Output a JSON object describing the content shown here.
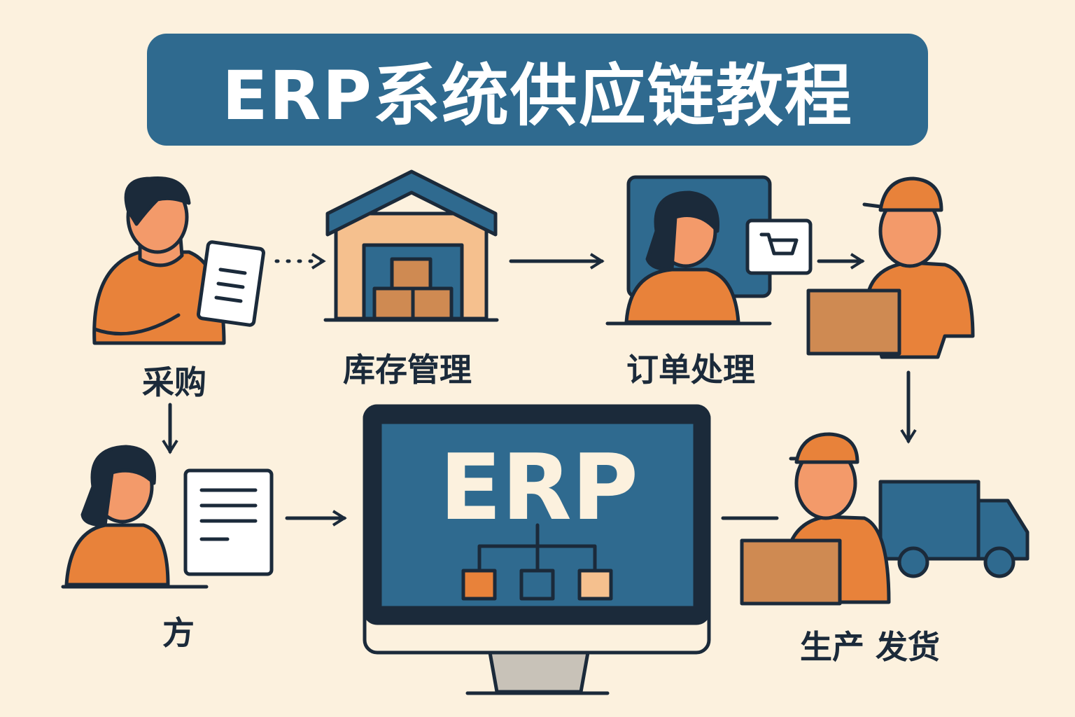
{
  "title": "ERP系统供应链教程",
  "center": {
    "label": "ERP"
  },
  "steps": [
    {
      "label": "采购"
    },
    {
      "label": "库存管理"
    },
    {
      "label": "订单处理"
    },
    {
      "label": "方"
    },
    {
      "label": "生产 发货"
    }
  ],
  "colors": {
    "background": "#fcf1de",
    "blue": "#2f6a8f",
    "dark": "#1b2a3a",
    "orange": "#e8823a",
    "peach": "#f5c08e",
    "box": "#cf8a52"
  }
}
